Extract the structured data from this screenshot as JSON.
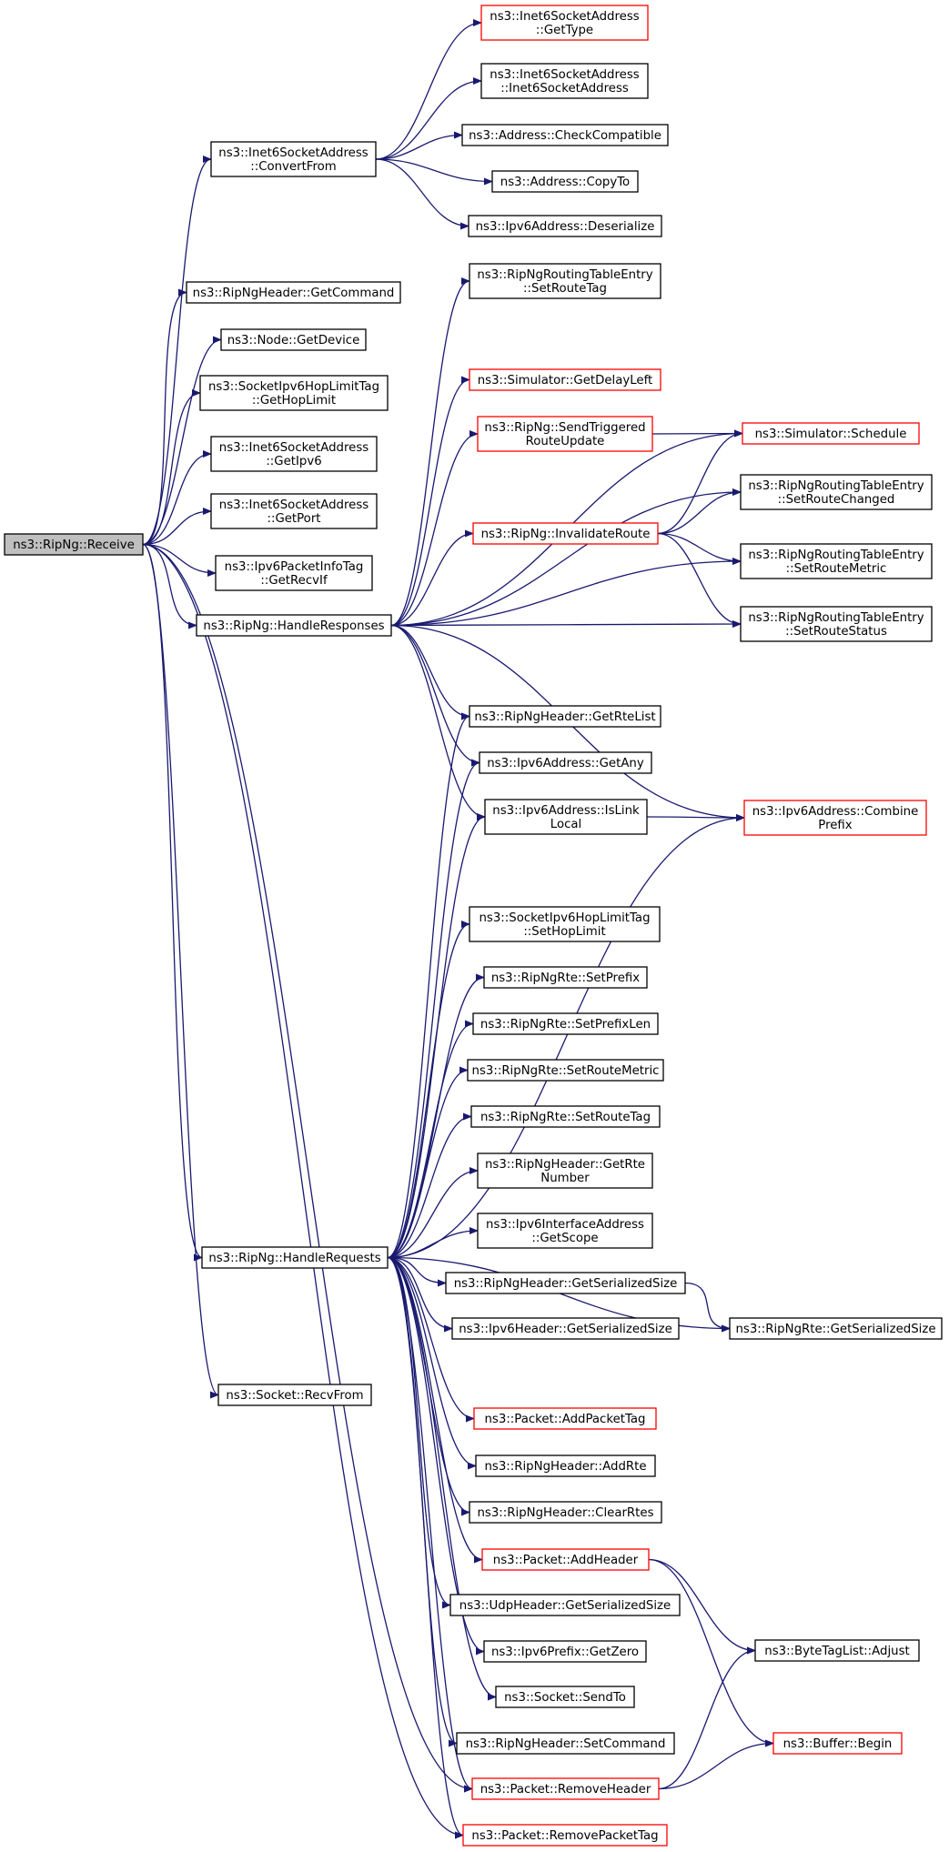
{
  "colors": {
    "edge": "#191970",
    "node_border": "#000000",
    "highlight_border": "#ff0000",
    "root_fill": "#bfbfbf"
  },
  "nodes": {
    "receive": {
      "lines": [
        "ns3::RipNg::Receive"
      ],
      "style": "root"
    },
    "convertfrom": {
      "lines": [
        "ns3::Inet6SocketAddress",
        "::ConvertFrom"
      ],
      "style": "normal"
    },
    "gettype": {
      "lines": [
        "ns3::Inet6SocketAddress",
        "::GetType"
      ],
      "style": "red"
    },
    "inet6ctor": {
      "lines": [
        "ns3::Inet6SocketAddress",
        "::Inet6SocketAddress"
      ],
      "style": "normal"
    },
    "checkcompat": {
      "lines": [
        "ns3::Address::CheckCompatible"
      ],
      "style": "normal"
    },
    "copyto": {
      "lines": [
        "ns3::Address::CopyTo"
      ],
      "style": "normal"
    },
    "deserialize": {
      "lines": [
        "ns3::Ipv6Address::Deserialize"
      ],
      "style": "normal"
    },
    "getcommand": {
      "lines": [
        "ns3::RipNgHeader::GetCommand"
      ],
      "style": "normal"
    },
    "getdevice": {
      "lines": [
        "ns3::Node::GetDevice"
      ],
      "style": "normal"
    },
    "gethoplimit": {
      "lines": [
        "ns3::SocketIpv6HopLimitTag",
        "::GetHopLimit"
      ],
      "style": "normal"
    },
    "getipv6": {
      "lines": [
        "ns3::Inet6SocketAddress",
        "::GetIpv6"
      ],
      "style": "normal"
    },
    "getport": {
      "lines": [
        "ns3::Inet6SocketAddress",
        "::GetPort"
      ],
      "style": "normal"
    },
    "getrecvif": {
      "lines": [
        "ns3::Ipv6PacketInfoTag",
        "::GetRecvIf"
      ],
      "style": "normal"
    },
    "handleresponses": {
      "lines": [
        "ns3::RipNg::HandleResponses"
      ],
      "style": "normal"
    },
    "setroutetagentry": {
      "lines": [
        "ns3::RipNgRoutingTableEntry",
        "::SetRouteTag"
      ],
      "style": "normal"
    },
    "getdelayleft": {
      "lines": [
        "ns3::Simulator::GetDelayLeft"
      ],
      "style": "red"
    },
    "sendtriggered": {
      "lines": [
        "ns3::RipNg::SendTriggered",
        "RouteUpdate"
      ],
      "style": "red"
    },
    "schedule": {
      "lines": [
        "ns3::Simulator::Schedule"
      ],
      "style": "red"
    },
    "setroutechanged": {
      "lines": [
        "ns3::RipNgRoutingTableEntry",
        "::SetRouteChanged"
      ],
      "style": "normal"
    },
    "invalidateroute": {
      "lines": [
        "ns3::RipNg::InvalidateRoute"
      ],
      "style": "red"
    },
    "setroutemetricentry": {
      "lines": [
        "ns3::RipNgRoutingTableEntry",
        "::SetRouteMetric"
      ],
      "style": "normal"
    },
    "setroutestatus": {
      "lines": [
        "ns3::RipNgRoutingTableEntry",
        "::SetRouteStatus"
      ],
      "style": "normal"
    },
    "getrtelist": {
      "lines": [
        "ns3::RipNgHeader::GetRteList"
      ],
      "style": "normal"
    },
    "getany": {
      "lines": [
        "ns3::Ipv6Address::GetAny"
      ],
      "style": "normal"
    },
    "islinklocal": {
      "lines": [
        "ns3::Ipv6Address::IsLink",
        "Local"
      ],
      "style": "normal"
    },
    "combineprefix": {
      "lines": [
        "ns3::Ipv6Address::Combine",
        "Prefix"
      ],
      "style": "red"
    },
    "sethoplimit": {
      "lines": [
        "ns3::SocketIpv6HopLimitTag",
        "::SetHopLimit"
      ],
      "style": "normal"
    },
    "setprefix": {
      "lines": [
        "ns3::RipNgRte::SetPrefix"
      ],
      "style": "normal"
    },
    "setprefixlen": {
      "lines": [
        "ns3::RipNgRte::SetPrefixLen"
      ],
      "style": "normal"
    },
    "setroutemetricrte": {
      "lines": [
        "ns3::RipNgRte::SetRouteMetric"
      ],
      "style": "normal"
    },
    "setroutetagrte": {
      "lines": [
        "ns3::RipNgRte::SetRouteTag"
      ],
      "style": "normal"
    },
    "getrtenumber": {
      "lines": [
        "ns3::RipNgHeader::GetRte",
        "Number"
      ],
      "style": "normal"
    },
    "getscope": {
      "lines": [
        "ns3::Ipv6InterfaceAddress",
        "::GetScope"
      ],
      "style": "normal"
    },
    "handlerequests": {
      "lines": [
        "ns3::RipNg::HandleRequests"
      ],
      "style": "normal"
    },
    "hdrserialsize": {
      "lines": [
        "ns3::RipNgHeader::GetSerializedSize"
      ],
      "style": "normal"
    },
    "ipv6hdrsize": {
      "lines": [
        "ns3::Ipv6Header::GetSerializedSize"
      ],
      "style": "normal"
    },
    "rteserialsize": {
      "lines": [
        "ns3::RipNgRte::GetSerializedSize"
      ],
      "style": "normal"
    },
    "recvfrom": {
      "lines": [
        "ns3::Socket::RecvFrom"
      ],
      "style": "normal"
    },
    "addpackettag": {
      "lines": [
        "ns3::Packet::AddPacketTag"
      ],
      "style": "red"
    },
    "addrte": {
      "lines": [
        "ns3::RipNgHeader::AddRte"
      ],
      "style": "normal"
    },
    "clearrtes": {
      "lines": [
        "ns3::RipNgHeader::ClearRtes"
      ],
      "style": "normal"
    },
    "addheader": {
      "lines": [
        "ns3::Packet::AddHeader"
      ],
      "style": "red"
    },
    "udphdrsize": {
      "lines": [
        "ns3::UdpHeader::GetSerializedSize"
      ],
      "style": "normal"
    },
    "bytetagadjust": {
      "lines": [
        "ns3::ByteTagList::Adjust"
      ],
      "style": "normal"
    },
    "getzero": {
      "lines": [
        "ns3::Ipv6Prefix::GetZero"
      ],
      "style": "normal"
    },
    "sendto": {
      "lines": [
        "ns3::Socket::SendTo"
      ],
      "style": "normal"
    },
    "setcommand": {
      "lines": [
        "ns3::RipNgHeader::SetCommand"
      ],
      "style": "normal"
    },
    "bufferbegin": {
      "lines": [
        "ns3::Buffer::Begin"
      ],
      "style": "red"
    },
    "removeheader": {
      "lines": [
        "ns3::Packet::RemoveHeader"
      ],
      "style": "red"
    },
    "removepackettag": {
      "lines": [
        "ns3::Packet::RemovePacketTag"
      ],
      "style": "red"
    }
  },
  "edges": [
    [
      "receive",
      "convertfrom"
    ],
    [
      "receive",
      "getcommand"
    ],
    [
      "receive",
      "getdevice"
    ],
    [
      "receive",
      "gethoplimit"
    ],
    [
      "receive",
      "getipv6"
    ],
    [
      "receive",
      "getport"
    ],
    [
      "receive",
      "getrecvif"
    ],
    [
      "receive",
      "handleresponses"
    ],
    [
      "receive",
      "handlerequests"
    ],
    [
      "receive",
      "recvfrom"
    ],
    [
      "receive",
      "removepackettag"
    ],
    [
      "receive",
      "removeheader"
    ],
    [
      "convertfrom",
      "gettype"
    ],
    [
      "convertfrom",
      "inet6ctor"
    ],
    [
      "convertfrom",
      "checkcompat"
    ],
    [
      "convertfrom",
      "copyto"
    ],
    [
      "convertfrom",
      "deserialize"
    ],
    [
      "handleresponses",
      "setroutetagentry"
    ],
    [
      "handleresponses",
      "getdelayleft"
    ],
    [
      "handleresponses",
      "sendtriggered"
    ],
    [
      "handleresponses",
      "schedule"
    ],
    [
      "handleresponses",
      "setroutechanged"
    ],
    [
      "handleresponses",
      "invalidateroute"
    ],
    [
      "handleresponses",
      "setroutemetricentry"
    ],
    [
      "handleresponses",
      "setroutestatus"
    ],
    [
      "handleresponses",
      "getrtelist"
    ],
    [
      "handleresponses",
      "getany"
    ],
    [
      "handleresponses",
      "islinklocal"
    ],
    [
      "handleresponses",
      "combineprefix"
    ],
    [
      "sendtriggered",
      "schedule"
    ],
    [
      "invalidateroute",
      "schedule"
    ],
    [
      "invalidateroute",
      "setroutechanged"
    ],
    [
      "invalidateroute",
      "setroutemetricentry"
    ],
    [
      "invalidateroute",
      "setroutestatus"
    ],
    [
      "islinklocal",
      "combineprefix"
    ],
    [
      "handlerequests",
      "getrtelist"
    ],
    [
      "handlerequests",
      "getany"
    ],
    [
      "handlerequests",
      "islinklocal"
    ],
    [
      "handlerequests",
      "combineprefix"
    ],
    [
      "handlerequests",
      "sethoplimit"
    ],
    [
      "handlerequests",
      "setprefix"
    ],
    [
      "handlerequests",
      "setprefixlen"
    ],
    [
      "handlerequests",
      "setroutemetricrte"
    ],
    [
      "handlerequests",
      "setroutetagrte"
    ],
    [
      "handlerequests",
      "getrtenumber"
    ],
    [
      "handlerequests",
      "getscope"
    ],
    [
      "handlerequests",
      "hdrserialsize"
    ],
    [
      "handlerequests",
      "ipv6hdrsize"
    ],
    [
      "handlerequests",
      "rteserialsize"
    ],
    [
      "handlerequests",
      "addpackettag"
    ],
    [
      "handlerequests",
      "addrte"
    ],
    [
      "handlerequests",
      "clearrtes"
    ],
    [
      "handlerequests",
      "addheader"
    ],
    [
      "handlerequests",
      "udphdrsize"
    ],
    [
      "handlerequests",
      "getzero"
    ],
    [
      "handlerequests",
      "sendto"
    ],
    [
      "handlerequests",
      "setcommand"
    ],
    [
      "handlerequests",
      "removeheader"
    ],
    [
      "handlerequests",
      "removepackettag"
    ],
    [
      "hdrserialsize",
      "rteserialsize"
    ],
    [
      "addheader",
      "bytetagadjust"
    ],
    [
      "addheader",
      "bufferbegin"
    ],
    [
      "removeheader",
      "bytetagadjust"
    ],
    [
      "removeheader",
      "bufferbegin"
    ]
  ]
}
